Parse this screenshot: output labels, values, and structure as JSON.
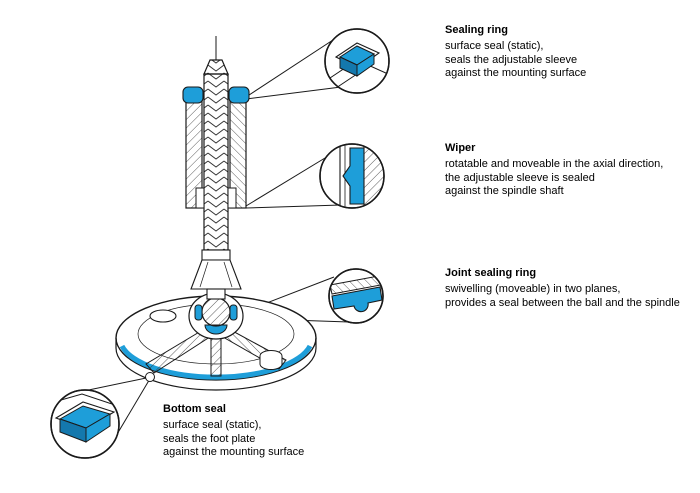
{
  "diagram": {
    "colors": {
      "seal_blue": "#1e9ed9",
      "seal_blue_dark": "#1478ad",
      "line": "#1a1a1a"
    },
    "callouts": [
      {
        "title": "Sealing ring",
        "lines": [
          "surface seal (static),",
          "seals the adjustable sleeve",
          "against the mounting surface"
        ]
      },
      {
        "title": "Wiper",
        "lines": [
          "rotatable and moveable in the axial direction,",
          "the adjustable sleeve is sealed",
          "against the spindle shaft"
        ]
      },
      {
        "title": "Joint sealing ring",
        "lines": [
          "swivelling (moveable) in two planes,",
          "provides a seal between the ball and the spindle"
        ]
      },
      {
        "title": "Bottom seal",
        "lines": [
          "surface seal (static),",
          "seals the foot plate",
          "against the mounting surface"
        ]
      }
    ]
  }
}
